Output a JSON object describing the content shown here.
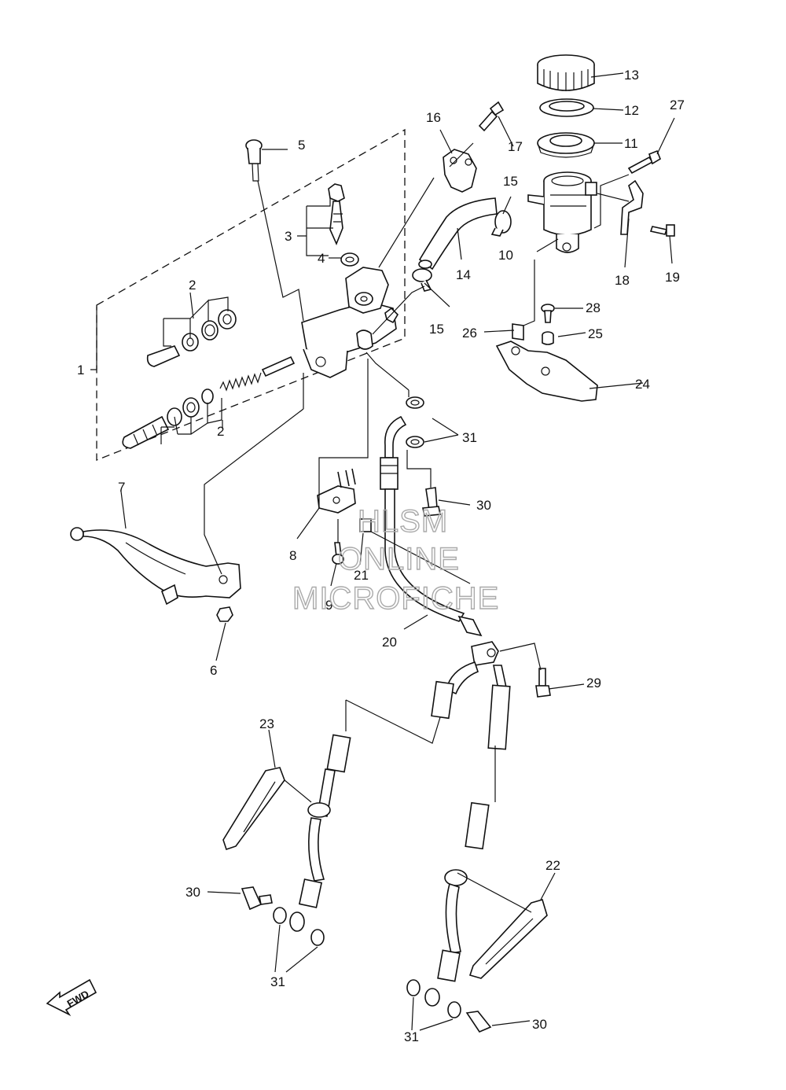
{
  "watermark": {
    "line1": "HLSM",
    "line2": "ONLINE",
    "line3": "MICROFICHE"
  },
  "direction_badge": "FWD",
  "callouts": {
    "p1": "1",
    "p2a": "2",
    "p2b": "2",
    "p3": "3",
    "p4": "4",
    "p5": "5",
    "p6": "6",
    "p7": "7",
    "p8": "8",
    "p9": "9",
    "p10": "10",
    "p11": "11",
    "p12": "12",
    "p13": "13",
    "p14": "14",
    "p15a": "15",
    "p15b": "15",
    "p16": "16",
    "p17": "17",
    "p18": "18",
    "p19": "19",
    "p20": "20",
    "p21": "21",
    "p22": "22",
    "p23": "23",
    "p24": "24",
    "p25": "25",
    "p26": "26",
    "p27": "27",
    "p28": "28",
    "p29": "29",
    "p30a": "30",
    "p30b": "30",
    "p30c": "30",
    "p31a": "31",
    "p31b": "31",
    "p31c": "31"
  }
}
